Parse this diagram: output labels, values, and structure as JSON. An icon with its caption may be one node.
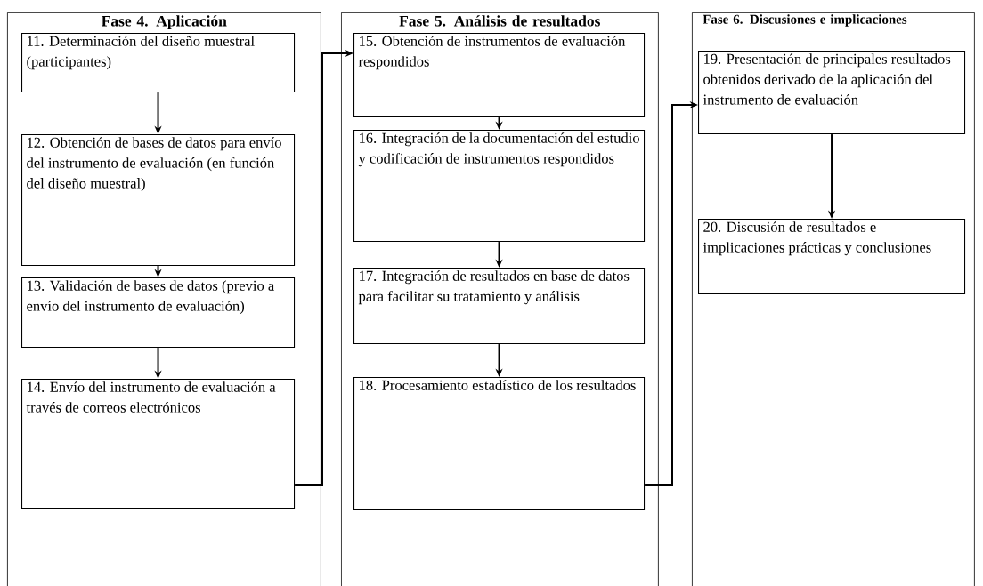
{
  "diagram": {
    "nodes": [
      {
        "text": [
          "Fase 4. Aplicación"
        ]
      },
      {
        "text": [
          "11. Determinación del diseño muestral (participantes)"
        ],
        "in": 0
      },
      {
        "text": [
          "12. Obtención de bases de datos para envío del instrumento de evaluación (en función del diseño muestral)"
        ],
        "in": 0
      },
      {
        "text": [
          "13. Validación de bases de datos (previo a envío del instrumento de evaluación)"
        ],
        "in": 0
      },
      {
        "text": [
          "14. Envío del instrumento de evaluación a través de correos electrónicos"
        ],
        "in": 0
      },
      {
        "text": [
          "Fase 5. Análisis de resultados"
        ]
      },
      {
        "text": [
          "15. Obtención de instrumentos de evaluación respondidos"
        ],
        "in": 5
      },
      {
        "text": [
          "16. Integración de la documentación del estudio y codificación de instrumentos respondidos"
        ],
        "in": 5
      },
      {
        "text": [
          "17. Integración de resultados en base de datos para facilitar su tratamiento y análisis"
        ],
        "in": 5
      },
      {
        "text": [
          "18. Procesamiento estadístico de los resultados"
        ],
        "in": 5
      },
      {
        "text": [
          "Fase 6. Discusiones e implicaciones"
        ]
      },
      {
        "text": [
          "19. Presentación de principales resultados obtenidos derivado de la aplicación del instrumento de evaluación"
        ],
        "in": 10
      },
      {
        "text": [
          "20. Discusión de resultados e implicaciones prácticas y conclusiones"
        ],
        "in": 10
      }
    ],
    "edges": [
      {
        "from": 1,
        "to": 2,
        "arrow": "to"
      },
      {
        "from": 2,
        "to": 3,
        "arrow": "to"
      },
      {
        "from": 3,
        "to": 4,
        "arrow": "to"
      },
      {
        "from": 4,
        "to": 6,
        "arrow": "to"
      },
      {
        "from": 6,
        "to": 7,
        "arrow": "to"
      },
      {
        "from": 7,
        "to": 8,
        "arrow": "to"
      },
      {
        "from": 8,
        "to": 9,
        "arrow": "to"
      },
      {
        "from": 9,
        "to": 11,
        "arrow": "to"
      },
      {
        "from": 11,
        "to": 12,
        "arrow": "to"
      }
    ]
  }
}
